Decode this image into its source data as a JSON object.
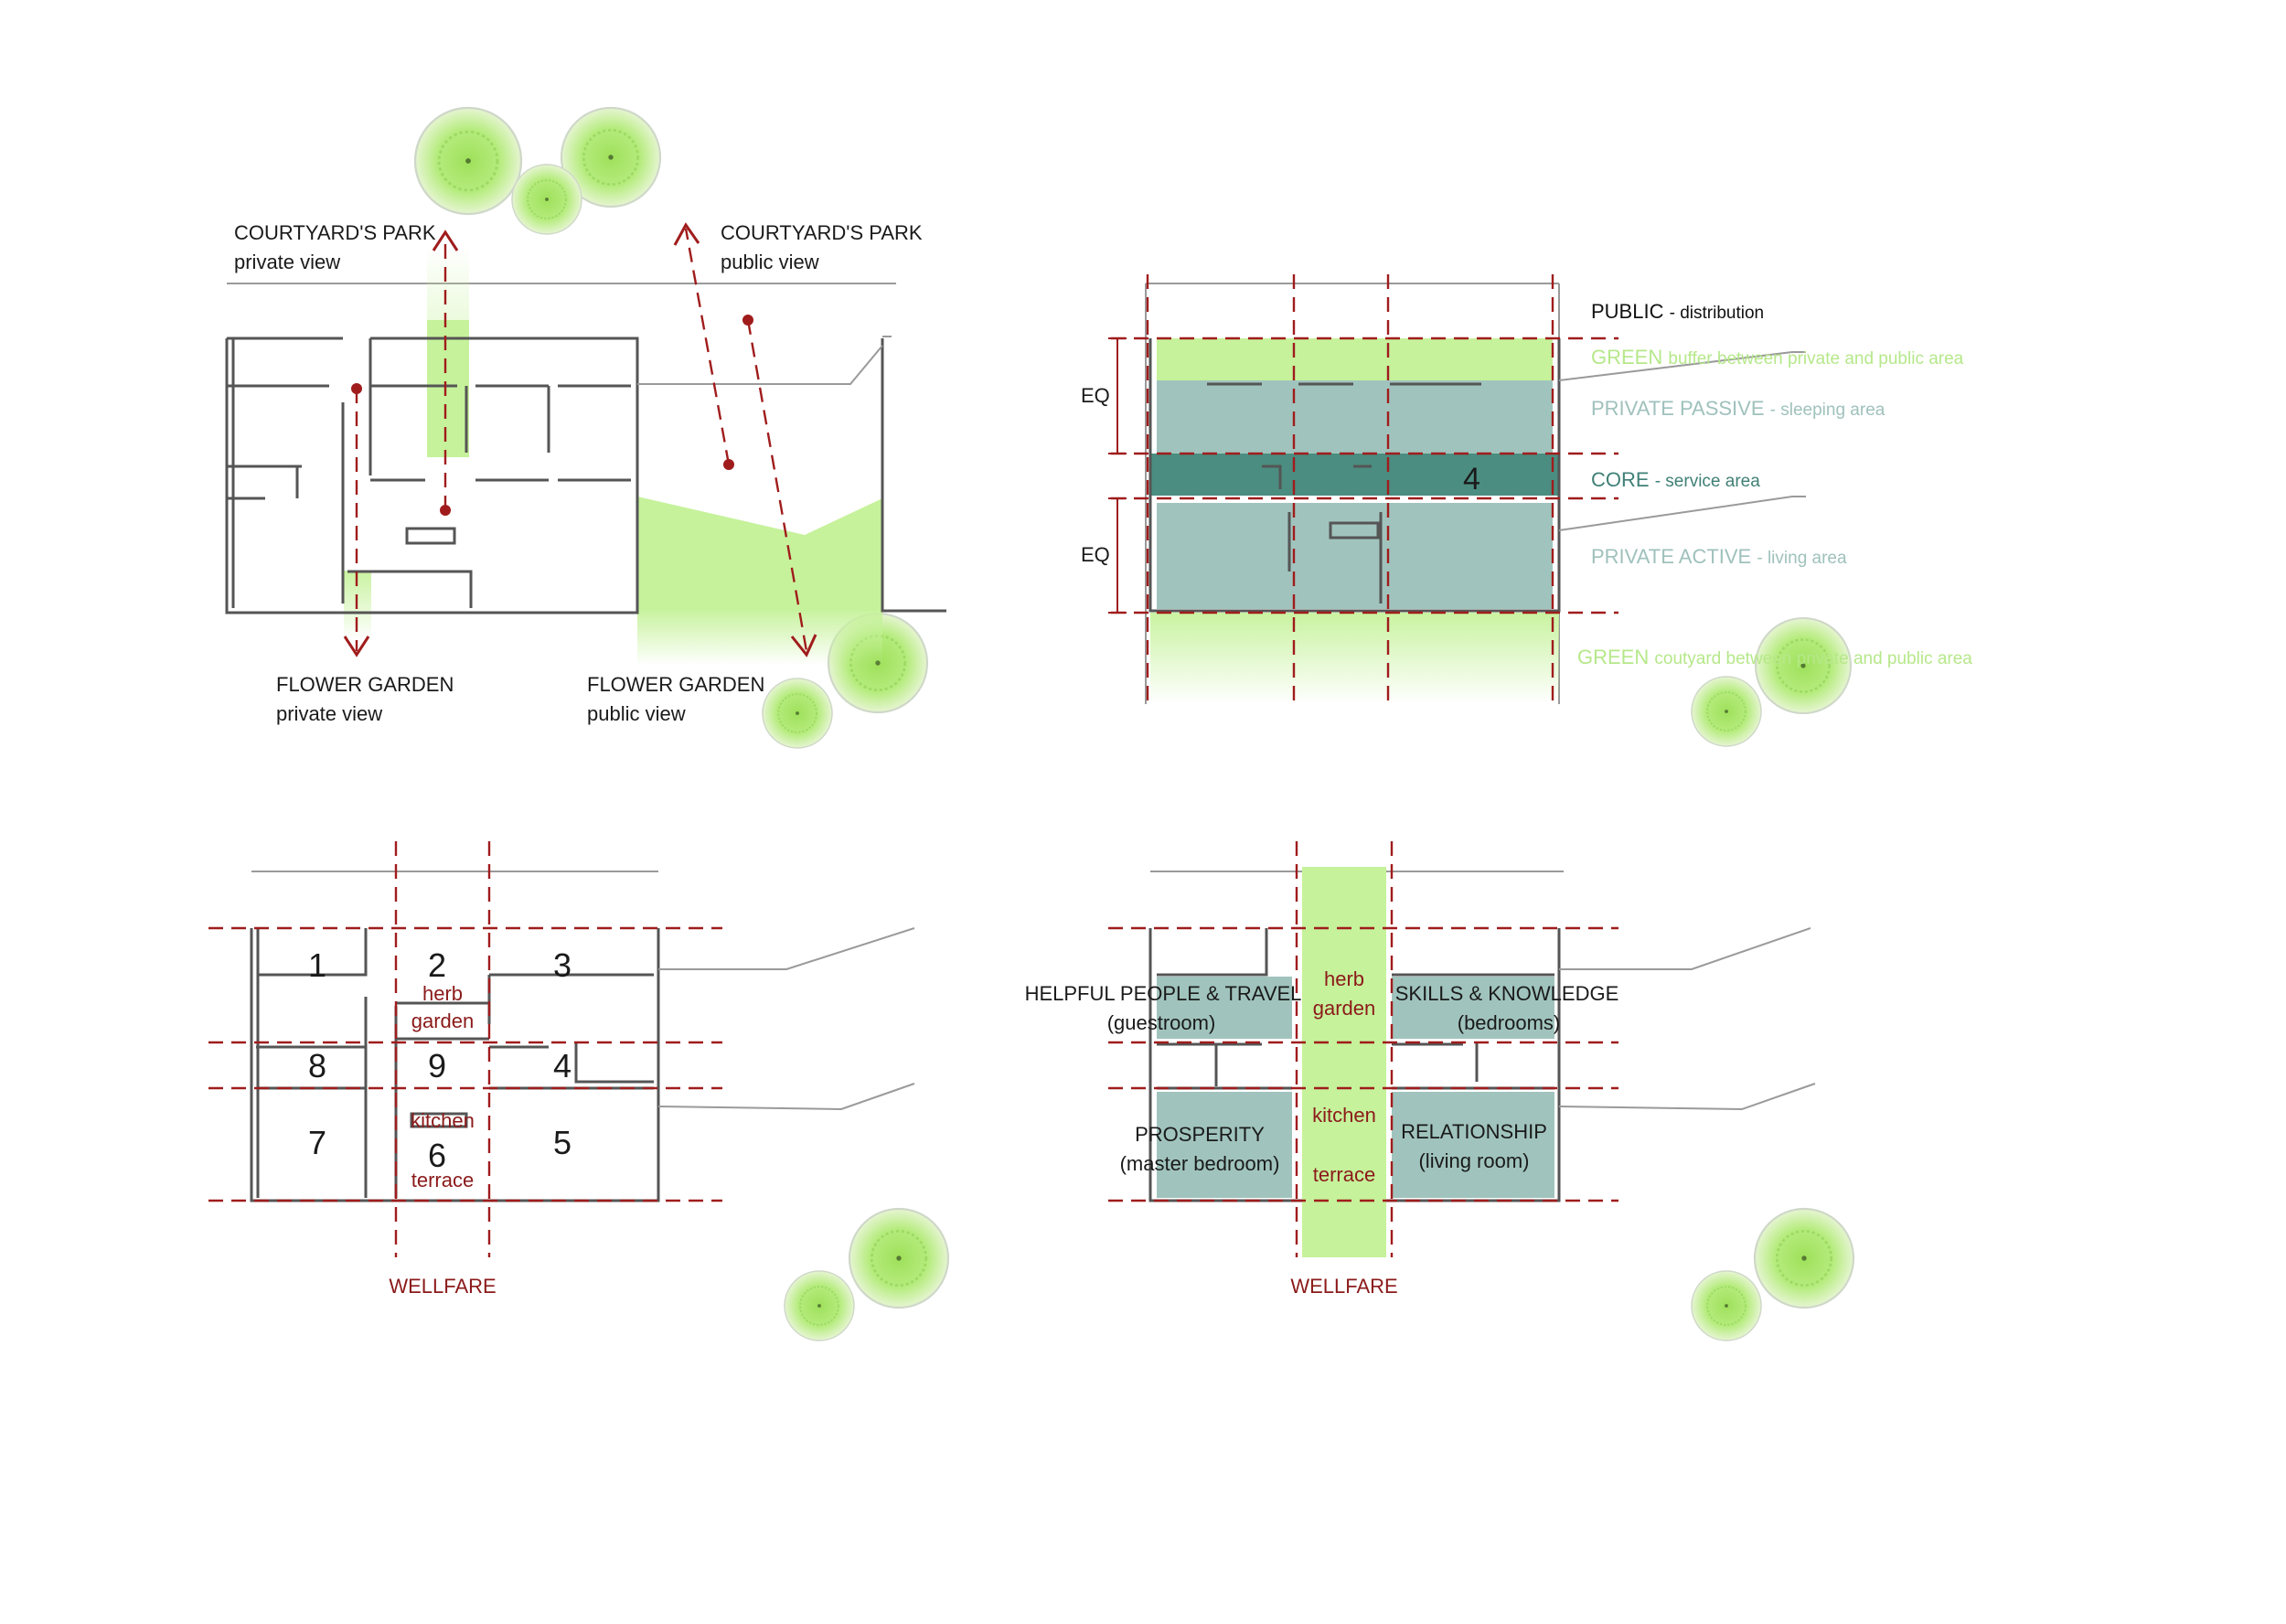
{
  "colors": {
    "green": "#c6f29b",
    "green_text": "#b6e88a",
    "private": "#a0c4bd",
    "private_text": "#9fc1bc",
    "core": "#4b8d80",
    "core_text": "#3f8076",
    "red": "#a01c1c",
    "room_fill": "#a0c4bd"
  },
  "panel1": {
    "courtyard_private_title": "COURTYARD'S PARK",
    "courtyard_private_sub": "private view",
    "courtyard_public_title": "COURTYARD'S PARK",
    "courtyard_public_sub": "public view",
    "flower_private_title": "FLOWER GARDEN",
    "flower_private_sub": "private view",
    "flower_public_title": "FLOWER GARDEN",
    "flower_public_sub": "public view"
  },
  "panel2": {
    "eq_top": "EQ",
    "eq_bottom": "EQ",
    "core_number": "4",
    "zones": [
      {
        "title": "PUBLIC",
        "desc": "- distribution",
        "tone": "dark"
      },
      {
        "title": "GREEN",
        "desc": "buffer between private and public area",
        "tone": "green"
      },
      {
        "title": "PRIVATE PASSIVE",
        "desc": "- sleeping area",
        "tone": "private"
      },
      {
        "title": "CORE",
        "desc": "- service area",
        "tone": "core"
      },
      {
        "title": "PRIVATE ACTIVE",
        "desc": "- living area",
        "tone": "private"
      },
      {
        "title": "GREEN",
        "desc": "coutyard between private and public area",
        "tone": "green"
      }
    ]
  },
  "panel3": {
    "numbers": [
      "1",
      "2",
      "3",
      "4",
      "5",
      "6",
      "7",
      "8",
      "9"
    ],
    "herb": "herb",
    "garden": "garden",
    "kitchen": "kitchen",
    "terrace": "terrace",
    "axis_label": "WELLFARE"
  },
  "panel4": {
    "herb": "herb",
    "garden": "garden",
    "kitchen": "kitchen",
    "terrace": "terrace",
    "axis_label": "WELLFARE",
    "helpful_title": "HELPFUL PEOPLE & TRAVEL",
    "helpful_sub": "(guestroom)",
    "skills_title": "SKILLS & KNOWLEDGE",
    "skills_sub": "(bedrooms)",
    "prosperity_title": "PROSPERITY",
    "prosperity_sub": "(master bedroom)",
    "relationship_title": "RELATIONSHIP",
    "relationship_sub": "(living room)"
  }
}
